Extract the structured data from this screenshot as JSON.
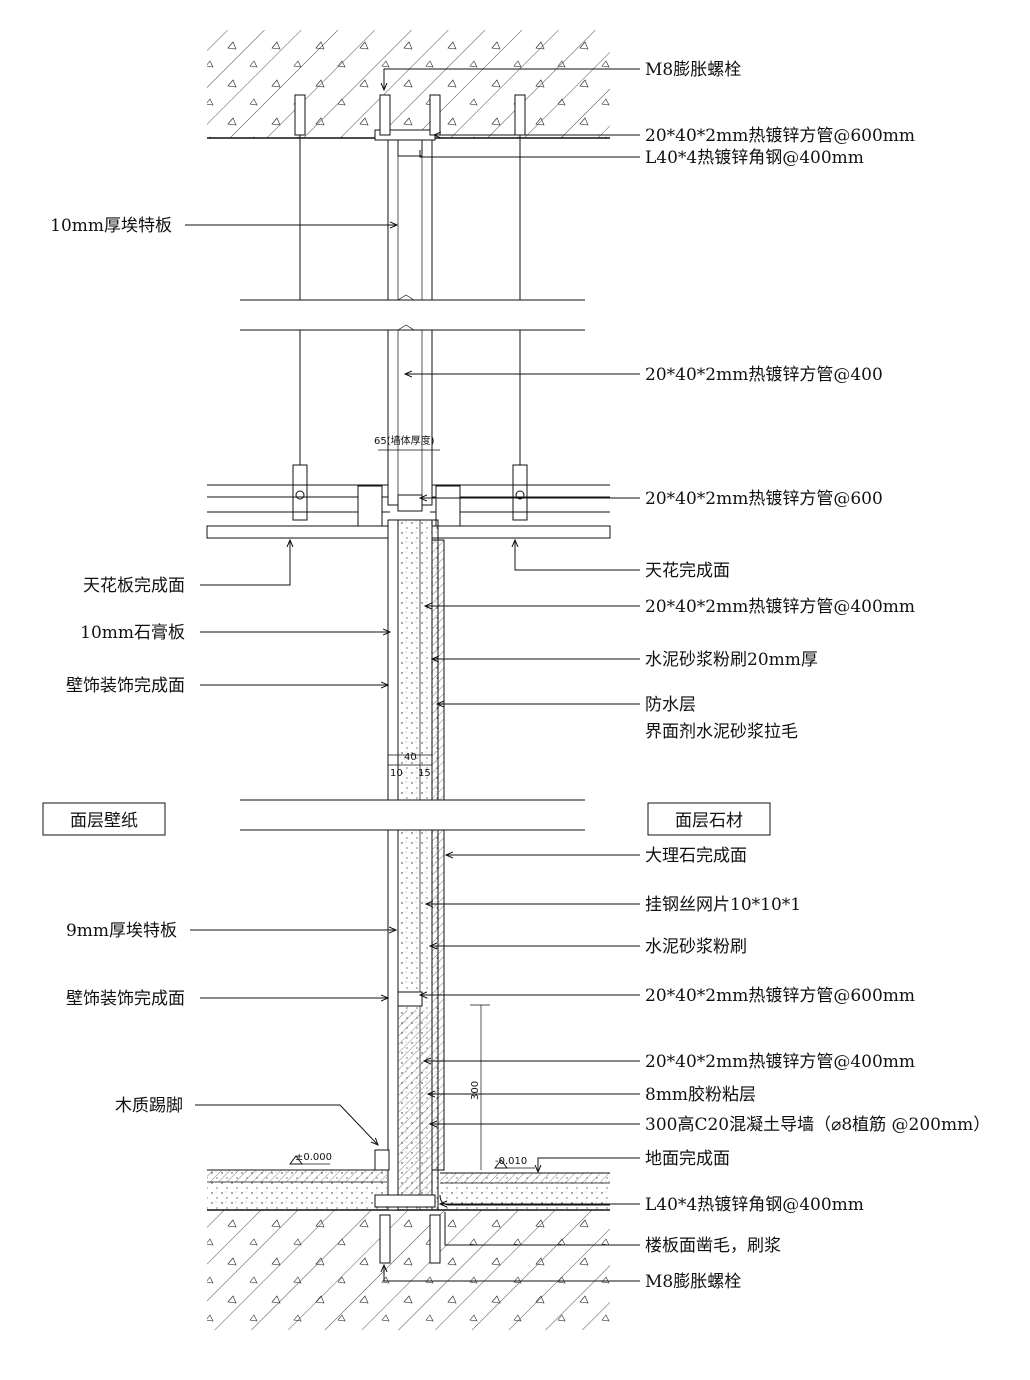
{
  "labels_right": [
    {
      "id": "r1",
      "text": "M8膨胀螺栓"
    },
    {
      "id": "r2",
      "text": "20*40*2mm热镀锌方管@600mm"
    },
    {
      "id": "r3",
      "text": "L40*4热镀锌角钢@400mm"
    },
    {
      "id": "r4",
      "text": "20*40*2mm热镀锌方管@400"
    },
    {
      "id": "r5",
      "text": "20*40*2mm热镀锌方管@600"
    },
    {
      "id": "r6",
      "text": "天花完成面"
    },
    {
      "id": "r7",
      "text": "20*40*2mm热镀锌方管@400mm"
    },
    {
      "id": "r8",
      "text": "水泥砂浆粉刷20mm厚"
    },
    {
      "id": "r9",
      "text": "防水层"
    },
    {
      "id": "r10",
      "text": "界面剂水泥砂浆拉毛"
    },
    {
      "id": "r11",
      "text": "大理石完成面"
    },
    {
      "id": "r12",
      "text": "挂钢丝网片10*10*1"
    },
    {
      "id": "r13",
      "text": "水泥砂浆粉刷"
    },
    {
      "id": "r14",
      "text": "20*40*2mm热镀锌方管@600mm"
    },
    {
      "id": "r15",
      "text": "20*40*2mm热镀锌方管@400mm"
    },
    {
      "id": "r16",
      "text": "8mm胶粉粘层"
    },
    {
      "id": "r17",
      "text": "300高C20混凝土导墙（⌀8植筋 @200mm）"
    },
    {
      "id": "r18",
      "text": "地面完成面"
    },
    {
      "id": "r19",
      "text": "L40*4热镀锌角钢@400mm"
    },
    {
      "id": "r20",
      "text": "楼板面凿毛，刷浆"
    },
    {
      "id": "r21",
      "text": "M8膨胀螺栓"
    }
  ],
  "labels_left": [
    {
      "id": "l1",
      "text": "10mm厚埃特板"
    },
    {
      "id": "l2",
      "text": "天花板完成面"
    },
    {
      "id": "l3",
      "text": "10mm石膏板"
    },
    {
      "id": "l4",
      "text": "壁饰装饰完成面"
    },
    {
      "id": "l5",
      "text": "9mm厚埃特板"
    },
    {
      "id": "l6",
      "text": "壁饰装饰完成面"
    },
    {
      "id": "l7",
      "text": "木质踢脚"
    }
  ],
  "boxes": {
    "left": "面层壁纸",
    "right": "面层石材"
  },
  "dimensions": {
    "wall_thickness": "65(墙体厚度)",
    "d40": "40",
    "d10": "10",
    "d15": "15",
    "d300": "300",
    "level_left": "±0.000",
    "level_right": "-0.010"
  }
}
